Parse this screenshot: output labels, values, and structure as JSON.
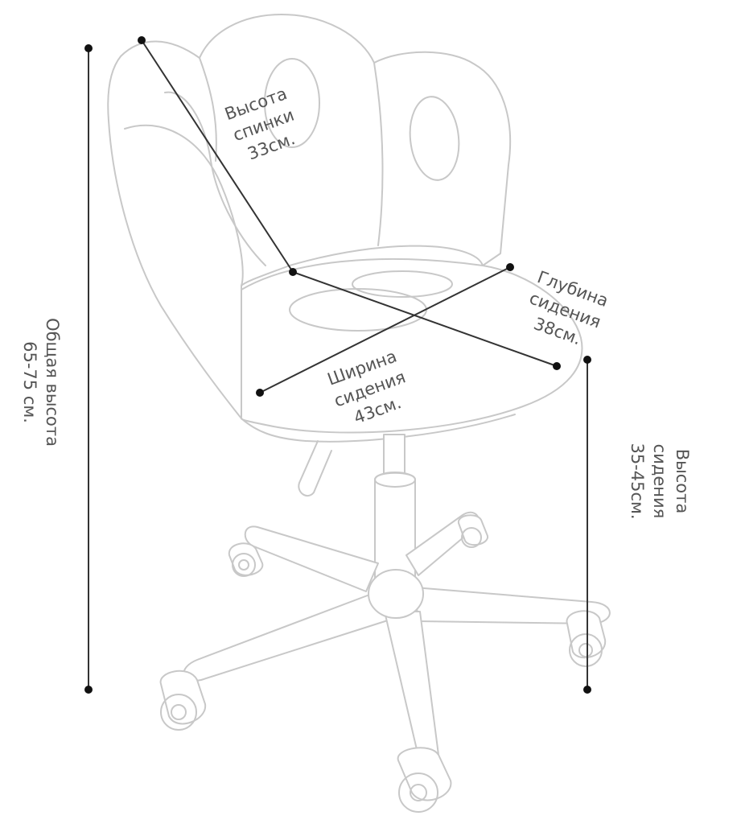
{
  "colors": {
    "outline": "#c8c8c8",
    "dimension_line": "#333333",
    "dot": "#111111",
    "label": "#555555"
  },
  "labels": {
    "back_height": [
      "Высота",
      "спинки",
      "33см."
    ],
    "seat_depth": [
      "Глубина",
      "сидения",
      "38см."
    ],
    "seat_width": [
      "Ширина",
      "сидения",
      "43см."
    ],
    "total_height": [
      "Общая высота",
      "65-75 см."
    ],
    "seat_height": [
      "Высота",
      "сидения",
      "35-45см."
    ]
  }
}
